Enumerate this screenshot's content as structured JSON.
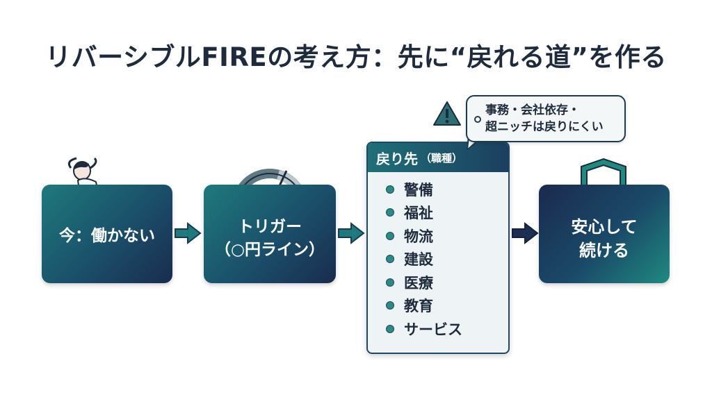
{
  "title": "リバーシブルFIREの考え方：先に“戻れる道”を作る",
  "steps": {
    "now": "今：働かない",
    "trigger_line1": "トリガー",
    "trigger_line2": "（○円ライン）",
    "safe_line1": "安心して",
    "safe_line2": "続ける"
  },
  "panel": {
    "heading": "戻り先",
    "heading_note": "（職種）",
    "jobs": [
      "警備",
      "福祉",
      "物流",
      "建設",
      "医療",
      "教育",
      "サービス"
    ]
  },
  "callout": {
    "line1": "事務・会社依存・",
    "line2": "超ニッチは戻りにくい"
  },
  "icons": [
    "relaxing-person-icon",
    "gauge-icon",
    "warning-icon",
    "shield-icon",
    "arrow-right-icon"
  ],
  "colors": {
    "title": "#1d2b3d",
    "teal": "#1e7a7c",
    "navy": "#1a2c4e",
    "panel_bg": "#eef3f5",
    "bullet": "#2a8a86"
  }
}
